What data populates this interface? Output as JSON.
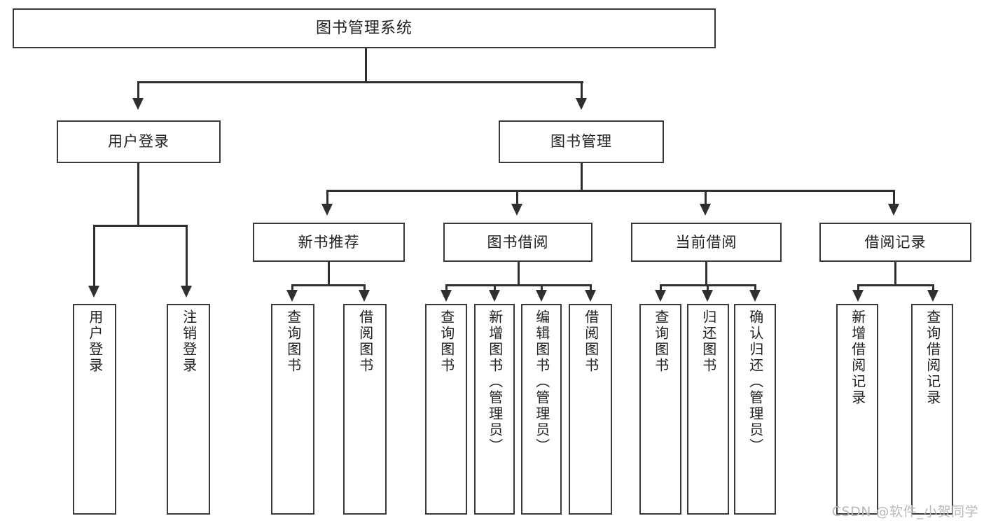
{
  "diagram": {
    "type": "tree-hierarchy",
    "title": "图书管理系统",
    "root": {
      "label": "图书管理系统"
    },
    "level2": [
      {
        "id": "user-login",
        "label": "用户登录"
      },
      {
        "id": "book-manage",
        "label": "图书管理"
      }
    ],
    "level3": [
      {
        "id": "new-book-recommend",
        "label": "新书推荐",
        "parent": "book-manage"
      },
      {
        "id": "book-borrow",
        "label": "图书借阅",
        "parent": "book-manage"
      },
      {
        "id": "current-borrow",
        "label": "当前借阅",
        "parent": "book-manage"
      },
      {
        "id": "borrow-record",
        "label": "借阅记录",
        "parent": "book-manage"
      }
    ],
    "leaves": [
      {
        "id": "leaf-user-login",
        "label": "用户登录",
        "parent": "user-login"
      },
      {
        "id": "leaf-logout-login",
        "label": "注销登录",
        "parent": "user-login"
      },
      {
        "id": "leaf-query-book-1",
        "label": "查询图书",
        "parent": "new-book-recommend"
      },
      {
        "id": "leaf-borrow-book-1",
        "label": "借阅图书",
        "parent": "new-book-recommend"
      },
      {
        "id": "leaf-query-book-2",
        "label": "查询图书",
        "parent": "book-borrow"
      },
      {
        "id": "leaf-add-book",
        "label": "新增图书（管理员）",
        "parent": "book-borrow"
      },
      {
        "id": "leaf-edit-book",
        "label": "编辑图书（管理员）",
        "parent": "book-borrow"
      },
      {
        "id": "leaf-borrow-book-2",
        "label": "借阅图书",
        "parent": "book-borrow"
      },
      {
        "id": "leaf-query-book-3",
        "label": "查询图书",
        "parent": "current-borrow"
      },
      {
        "id": "leaf-return-book",
        "label": "归还图书",
        "parent": "current-borrow"
      },
      {
        "id": "leaf-confirm-return",
        "label": "确认归还（管理员）",
        "parent": "current-borrow"
      },
      {
        "id": "leaf-add-record",
        "label": "新增借阅记录",
        "parent": "borrow-record"
      },
      {
        "id": "leaf-query-record",
        "label": "查询借阅记录",
        "parent": "borrow-record"
      }
    ],
    "colors": {
      "background": "#ffffff",
      "box_border": "#3a3a3a",
      "connector": "#2f2f2f",
      "text": "#222222",
      "watermark": "#b9b9b9"
    }
  },
  "watermark": {
    "text": "CSDN @软件_小贺同学"
  }
}
